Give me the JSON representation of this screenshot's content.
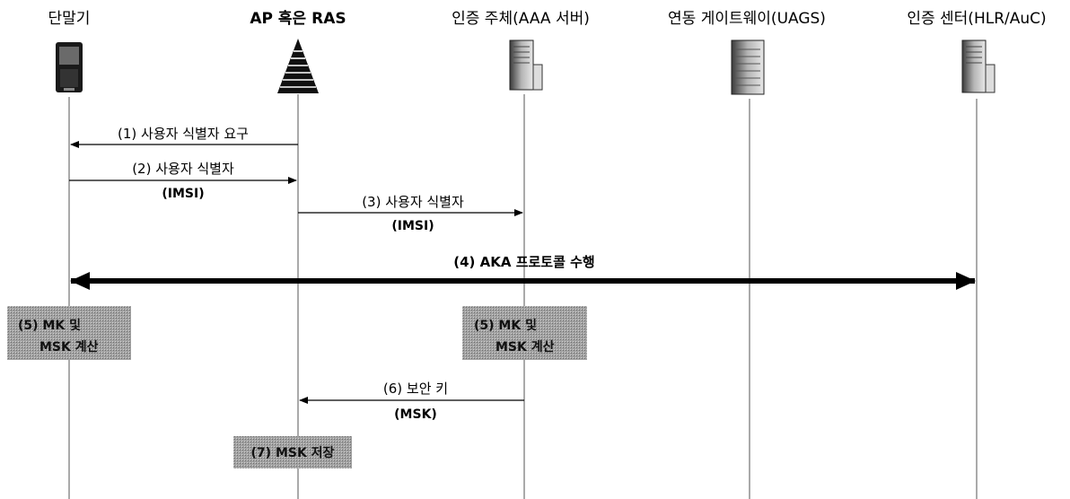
{
  "entities": [
    {
      "label": "단말기"
    },
    {
      "label": "AP 혹은 RAS"
    },
    {
      "label": "인증 주체(AAA 서버)"
    },
    {
      "label": "연동 게이트웨이(UAGS)"
    },
    {
      "label": "인증 센터(HLR/AuC)"
    }
  ],
  "messages": [
    {
      "label": "(1) 사용자 식별자 요구",
      "sub": ""
    },
    {
      "label": "(2) 사용자 식별자",
      "sub": "(IMSI)"
    },
    {
      "label": "(3) 사용자 식별자",
      "sub": "(IMSI)"
    },
    {
      "label": "(4) AKA 프로토콜 수행",
      "sub": ""
    },
    {
      "label": "(6) 보안 키",
      "sub": "(MSK)"
    }
  ],
  "boxes": [
    {
      "line1": "(5) MK 및",
      "line2": "MSK 계산"
    },
    {
      "line1": "(5) MK 및",
      "line2": "MSK 계산"
    },
    {
      "line1": "(7) MSK 저장",
      "line2": ""
    }
  ],
  "colors": {
    "box_fill": "#9e9e9e",
    "line": "#000000"
  }
}
